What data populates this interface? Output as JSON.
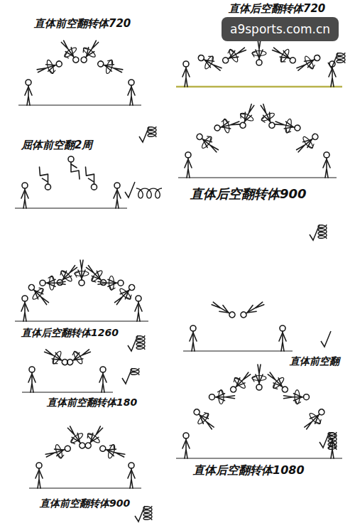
{
  "diagram": {
    "nodes": [
      {
        "text": [
          "a9sports.com.cn"
        ]
      }
    ],
    "labels": [
      "直体前空翻转体720",
      "直体后空翻转体720",
      "屈体前空翻2周",
      "直体后空翻转体900",
      "直体后空翻转体1260",
      "直体前空翻",
      "直体前空翻转体180",
      "直体后空翻转体1080",
      "直体前空翻转体900"
    ]
  }
}
